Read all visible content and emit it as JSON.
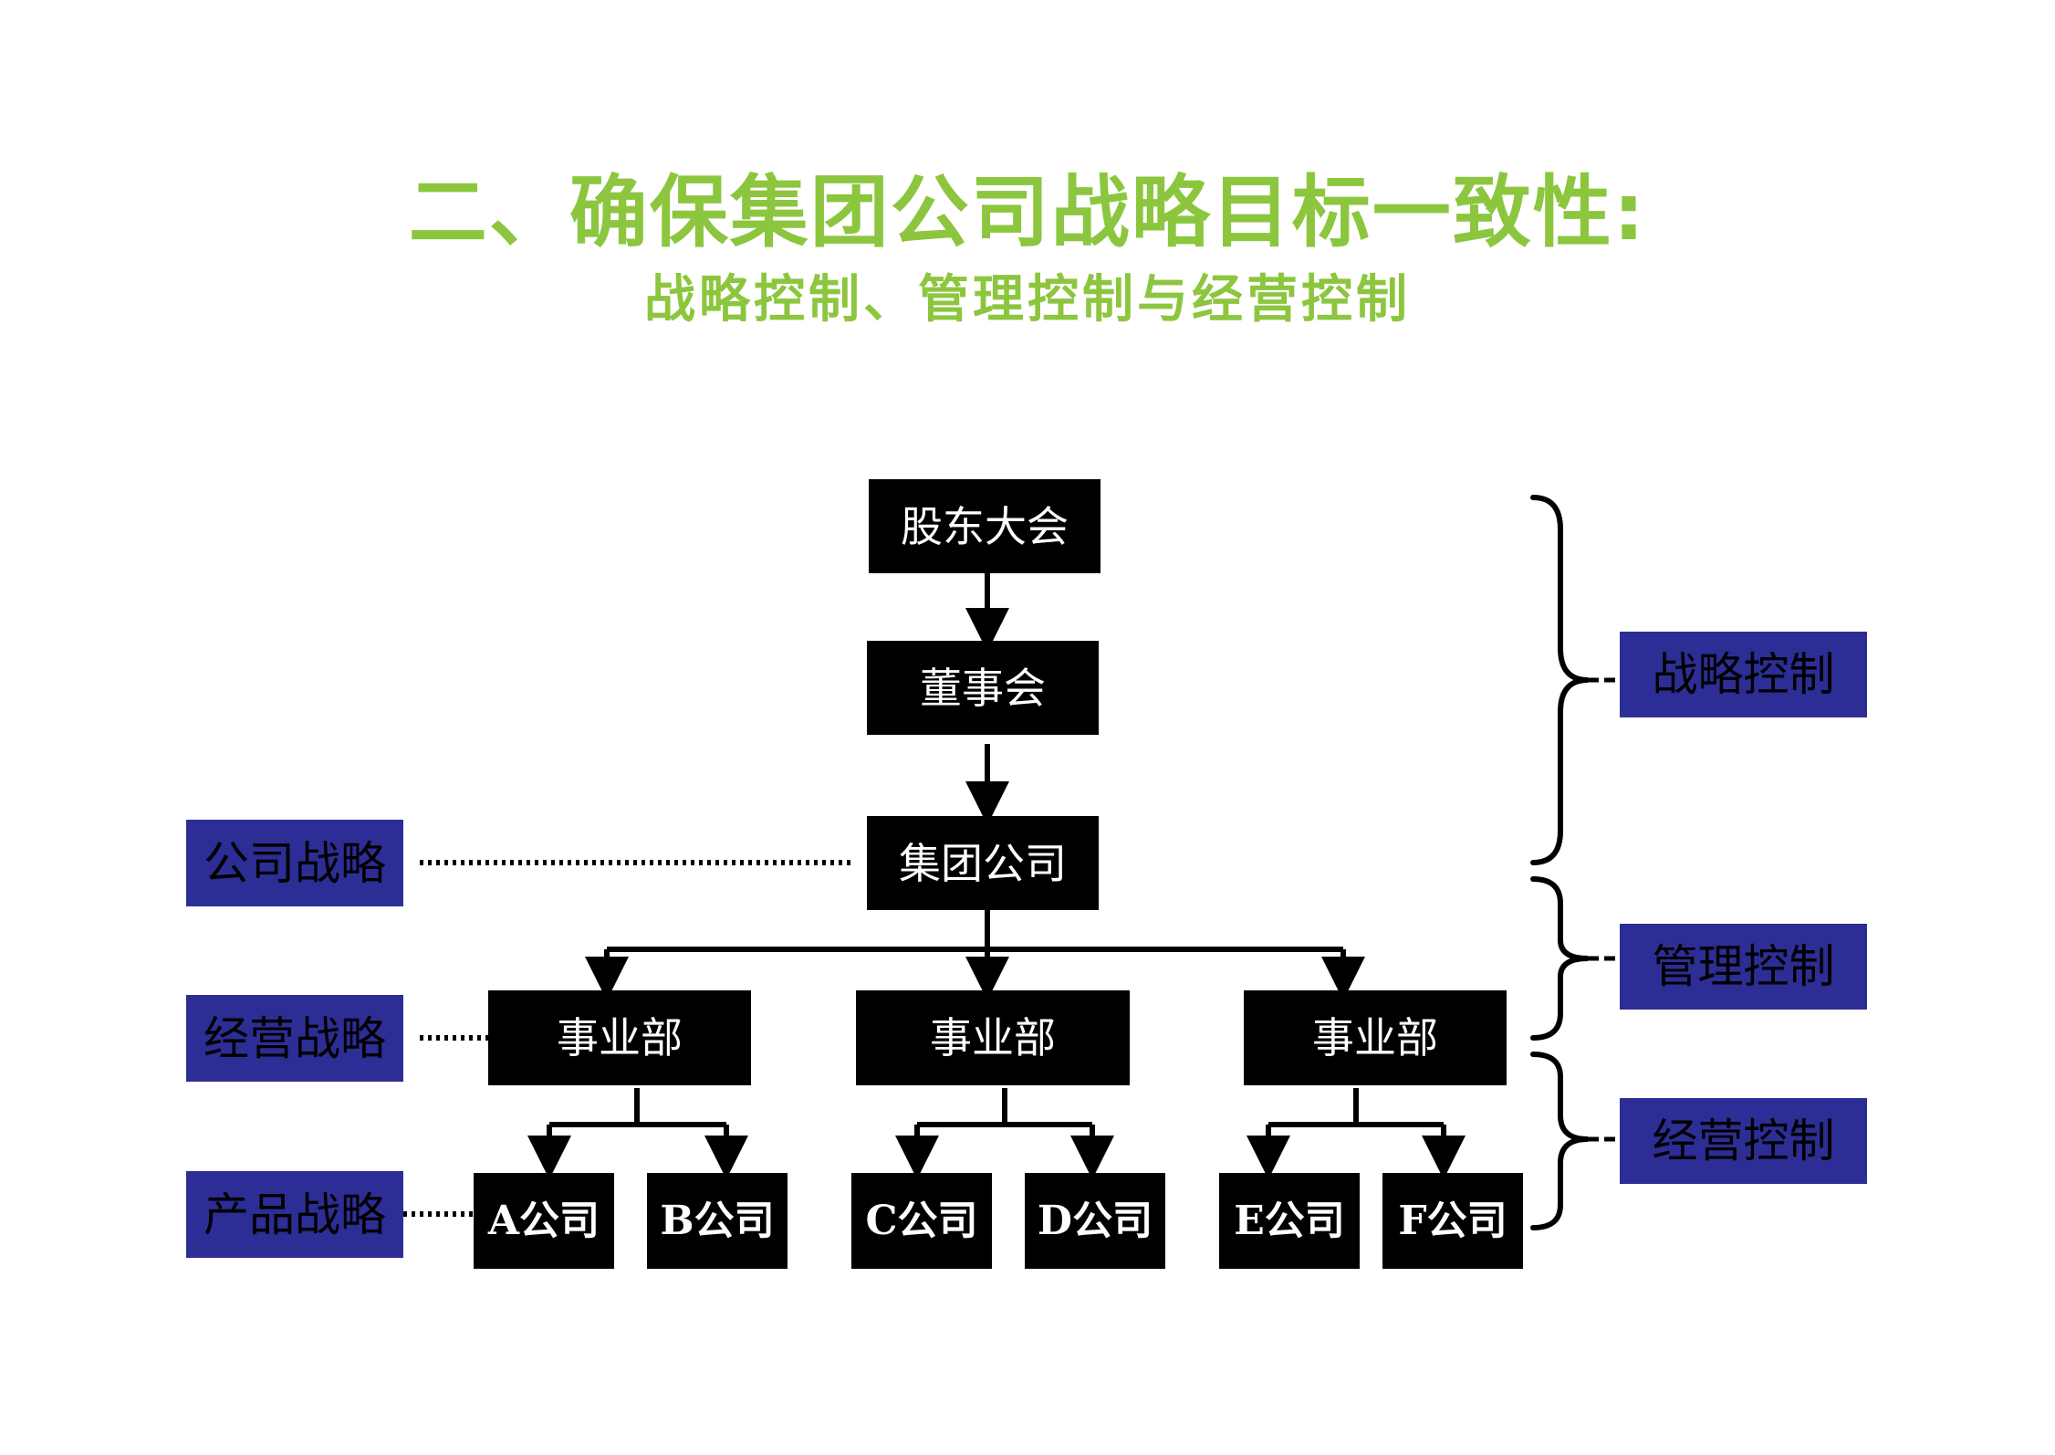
{
  "title": "二、确保集团公司战略目标一致性:",
  "subtitle": "战略控制、管理控制与经营控制",
  "colors": {
    "title": "#8cc63e",
    "box": "#000000",
    "label": "#2d2d96"
  },
  "org": {
    "shareholders": "股东大会",
    "board": "董事会",
    "group": "集团公司",
    "divisions": [
      "事业部",
      "事业部",
      "事业部"
    ],
    "companies": [
      "A公司",
      "B公司",
      "C公司",
      "D公司",
      "E公司",
      "F公司"
    ]
  },
  "left_labels": [
    "公司战略",
    "经营战略",
    "产品战略"
  ],
  "right_labels": [
    "战略控制",
    "管理控制",
    "经营控制"
  ]
}
